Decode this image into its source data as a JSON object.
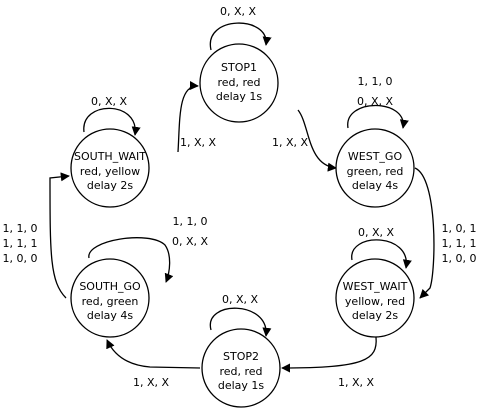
{
  "colors": {
    "stroke": "#000000",
    "fill": "#ffffff",
    "text": "#000000"
  },
  "states": {
    "stop1": {
      "name": "STOP1",
      "lights": "red, red",
      "delay": "delay 1s"
    },
    "west_go": {
      "name": "WEST_GO",
      "lights": "green, red",
      "delay": "delay 4s"
    },
    "west_wait": {
      "name": "WEST_WAIT",
      "lights": "yellow, red",
      "delay": "delay 2s"
    },
    "stop2": {
      "name": "STOP2",
      "lights": "red, red",
      "delay": "delay 1s"
    },
    "south_go": {
      "name": "SOUTH_GO",
      "lights": "red, green",
      "delay": "delay 4s"
    },
    "south_wait": {
      "name": "SOUTH_WAIT",
      "lights": "red, yellow",
      "delay": "delay 2s"
    }
  },
  "transitions": {
    "stop1_self": [
      "0, X, X"
    ],
    "west_go_self": [
      "1, 1, 0",
      "0, X, X"
    ],
    "west_wait_self": [
      "0, X, X"
    ],
    "stop2_self": [
      "0, X, X"
    ],
    "south_go_self": [
      "1, 1, 0",
      "0, X, X"
    ],
    "south_wait_self": [
      "0, X, X"
    ],
    "stop1_to_west_go": [
      "1, X, X"
    ],
    "west_go_to_west_wait": [
      "1, 0, 1",
      "1, 1, 1",
      "1, 0, 0"
    ],
    "west_wait_to_stop2": [
      "1, X, X"
    ],
    "stop2_to_south_go": [
      "1, X, X"
    ],
    "south_go_to_south_wait": [
      "1, 1, 0",
      "1, 1, 1",
      "1, 0, 0"
    ],
    "south_wait_to_stop1": [
      "1, X, X"
    ]
  }
}
